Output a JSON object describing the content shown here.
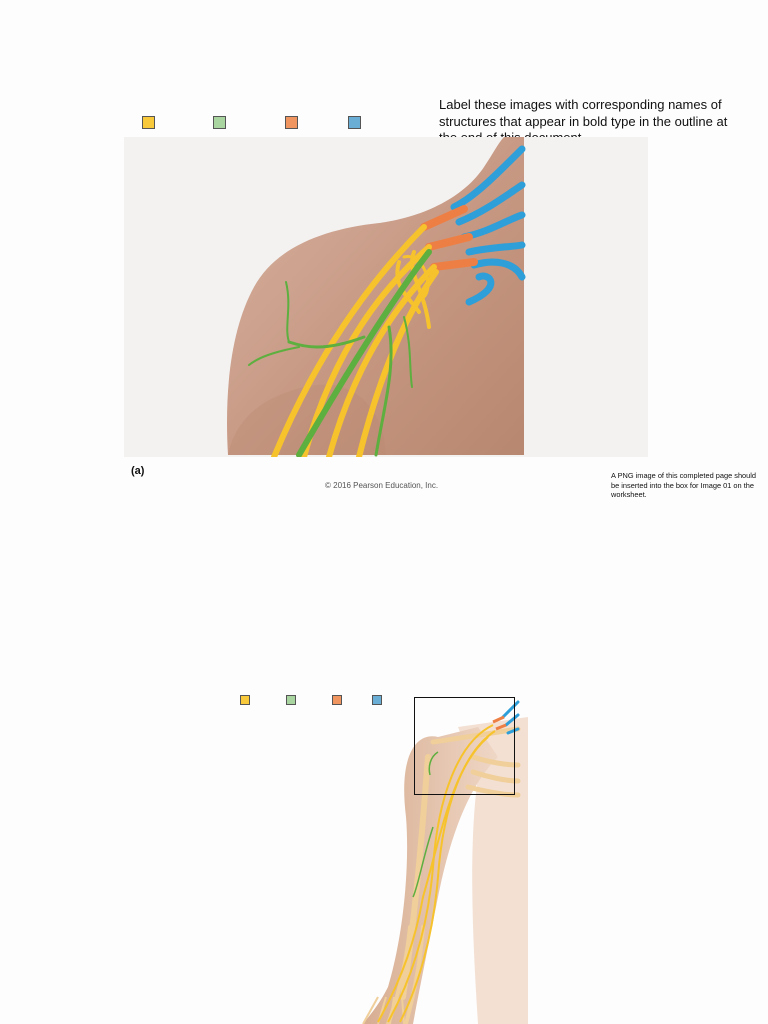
{
  "instructions": "Label these images with corresponding names of structures that appear in bold type in the outline at the end of this document.",
  "figure_a": {
    "label": "(a)",
    "copyright": "© 2016 Pearson Education, Inc."
  },
  "note": "A PNG image of this completed page should be inserted into the box for Image 01 on the worksheet.",
  "legend_colors": {
    "yellow": "#f8c93a",
    "green": "#a9d6a0",
    "orange": "#f0955f",
    "blue": "#6aaed6"
  },
  "structure_colors": {
    "skin": "#c99a86",
    "nerve_yellow": "#f7c32c",
    "nerve_green": "#5daf3f",
    "root_orange": "#ee7f44",
    "root_blue": "#2e9fd8",
    "bone": "#f0cf9a"
  }
}
